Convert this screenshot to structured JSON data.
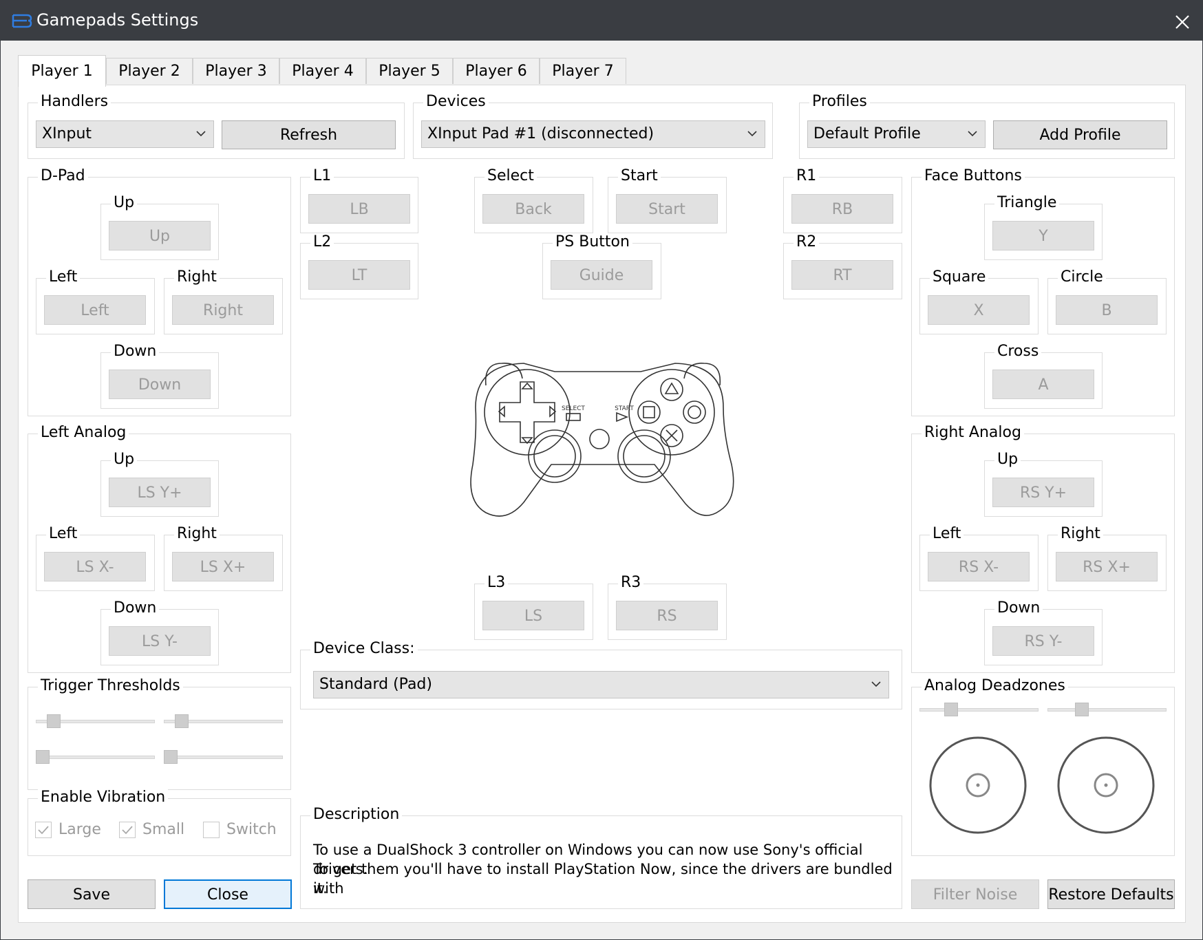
{
  "window": {
    "title": "Gamepads Settings"
  },
  "tabs": [
    "Player 1",
    "Player 2",
    "Player 3",
    "Player 4",
    "Player 5",
    "Player 6",
    "Player 7"
  ],
  "handlers": {
    "label": "Handlers",
    "value": "XInput",
    "refresh": "Refresh"
  },
  "devices": {
    "label": "Devices",
    "value": "XInput Pad #1 (disconnected)"
  },
  "profiles": {
    "label": "Profiles",
    "value": "Default Profile",
    "add": "Add Profile"
  },
  "dpad": {
    "label": "D-Pad",
    "up": {
      "label": "Up",
      "value": "Up"
    },
    "left": {
      "label": "Left",
      "value": "Left"
    },
    "right": {
      "label": "Right",
      "value": "Right"
    },
    "down": {
      "label": "Down",
      "value": "Down"
    }
  },
  "l1": {
    "label": "L1",
    "value": "LB"
  },
  "l2": {
    "label": "L2",
    "value": "LT"
  },
  "select": {
    "label": "Select",
    "value": "Back"
  },
  "start": {
    "label": "Start",
    "value": "Start"
  },
  "ps": {
    "label": "PS Button",
    "value": "Guide"
  },
  "r1": {
    "label": "R1",
    "value": "RB"
  },
  "r2": {
    "label": "R2",
    "value": "RT"
  },
  "face": {
    "label": "Face Buttons",
    "triangle": {
      "label": "Triangle",
      "value": "Y"
    },
    "square": {
      "label": "Square",
      "value": "X"
    },
    "circle": {
      "label": "Circle",
      "value": "B"
    },
    "cross": {
      "label": "Cross",
      "value": "A"
    }
  },
  "controller": {
    "select_text": "SELECT",
    "start_text": "START"
  },
  "left_analog": {
    "label": "Left Analog",
    "up": {
      "label": "Up",
      "value": "LS Y+"
    },
    "left": {
      "label": "Left",
      "value": "LS X-"
    },
    "right": {
      "label": "Right",
      "value": "LS X+"
    },
    "down": {
      "label": "Down",
      "value": "LS Y-"
    }
  },
  "right_analog": {
    "label": "Right Analog",
    "up": {
      "label": "Up",
      "value": "RS Y+"
    },
    "left": {
      "label": "Left",
      "value": "RS X-"
    },
    "right": {
      "label": "Right",
      "value": "RS X+"
    },
    "down": {
      "label": "Down",
      "value": "RS Y-"
    }
  },
  "l3": {
    "label": "L3",
    "value": "LS"
  },
  "r3": {
    "label": "R3",
    "value": "RS"
  },
  "device_class": {
    "label": "Device Class:",
    "value": "Standard (Pad)"
  },
  "trigger_thresholds": {
    "label": "Trigger Thresholds"
  },
  "analog_deadzones": {
    "label": "Analog Deadzones"
  },
  "vibration": {
    "label": "Enable Vibration",
    "large": {
      "label": "Large",
      "checked": true
    },
    "small": {
      "label": "Small",
      "checked": true
    },
    "switch": {
      "label": "Switch",
      "checked": false
    }
  },
  "description": {
    "label": "Description",
    "line1": "To use a DualShock 3 controller on Windows you can now use Sony's official drivers.",
    "line2": "To get them you'll have to install PlayStation Now, since the drivers are bundled with",
    "line3": "it."
  },
  "footer": {
    "save": "Save",
    "close": "Close",
    "filter_noise": "Filter Noise",
    "restore_defaults": "Restore Defaults"
  },
  "colors": {
    "titlebar": "#3a3d42",
    "accent": "#0078d7",
    "disabled_text": "#9b9b9b"
  }
}
